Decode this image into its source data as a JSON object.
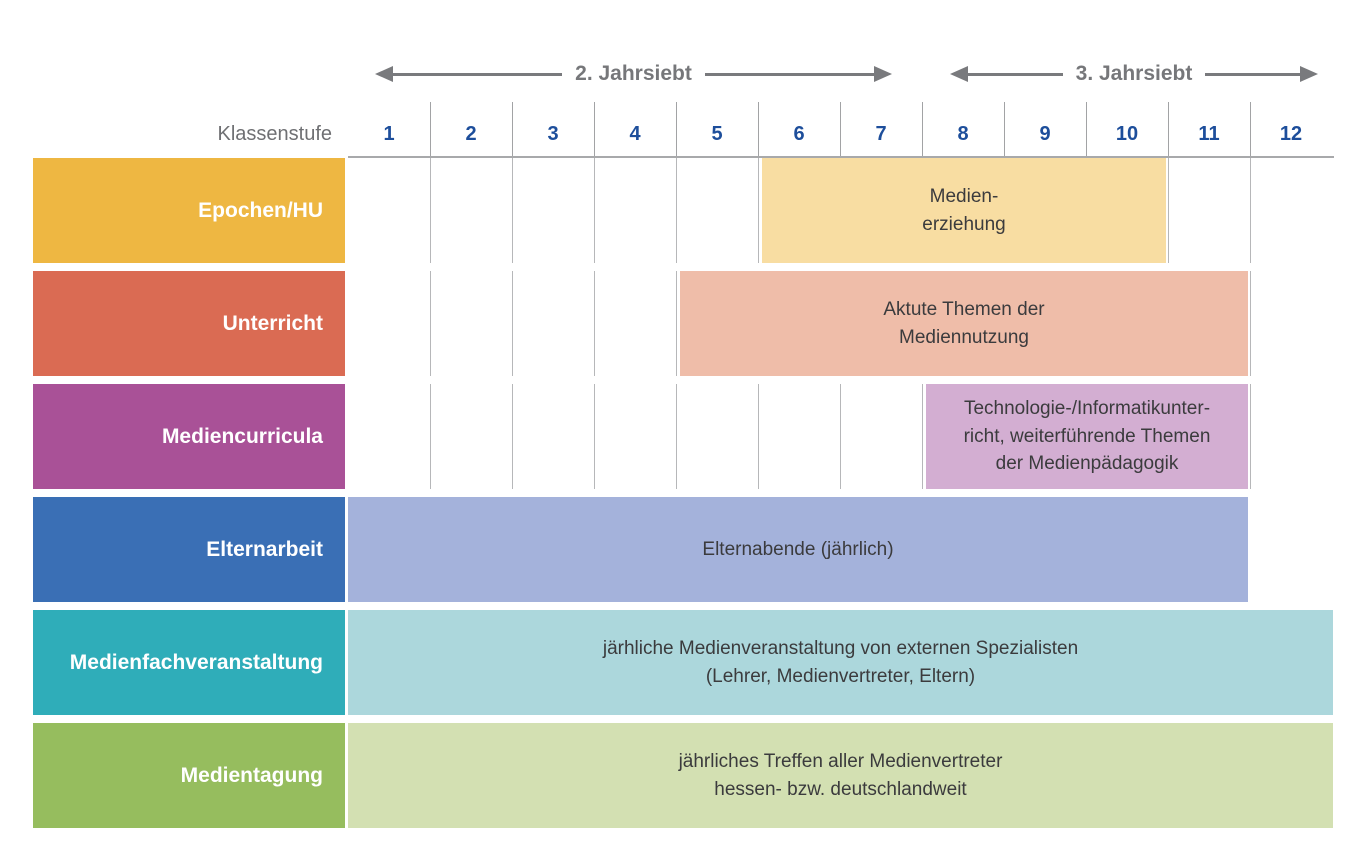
{
  "header": {
    "klassenstufe_label": "Klassenstufe"
  },
  "colors": {
    "grade_number": "#1d4e9b",
    "header_arrow": "#797a7d",
    "klassenstufe_text": "#6f7073",
    "bar_text": "#3b3b3d",
    "row_label_text": "#ffffff",
    "gridline": "#b6b7b9",
    "background": "#ffffff"
  },
  "chart_data": {
    "type": "gantt",
    "x_axis_label": "Klassenstufe",
    "x_categories": [
      "1",
      "2",
      "3",
      "4",
      "5",
      "6",
      "7",
      "8",
      "9",
      "10",
      "11",
      "12"
    ],
    "x_range": [
      1,
      12
    ],
    "grid": "column separators visible in header row and upper three category rows",
    "period_brackets": [
      {
        "label": "2. Jahrsiebt",
        "start_col": 1,
        "end_col": 7
      },
      {
        "label": "3. Jahrsiebt",
        "start_col": 8,
        "end_col": 12
      }
    ],
    "rows": [
      {
        "category": "Epochen/HU",
        "category_color": "#eeb742",
        "bar": {
          "start_grade": 6,
          "end_grade": 10,
          "color": "#f8dda2",
          "label_lines": [
            "Medien-",
            "erziehung"
          ]
        }
      },
      {
        "category": "Unterricht",
        "category_color": "#da6b53",
        "bar": {
          "start_grade": 5,
          "end_grade": 11,
          "color": "#efbda9",
          "label_lines": [
            "Aktute Themen der",
            "Mediennutzung"
          ]
        }
      },
      {
        "category": "Mediencurricula",
        "category_color": "#a95197",
        "bar": {
          "start_grade": 8,
          "end_grade": 11,
          "color": "#d3aed2",
          "label_lines": [
            "Technologie-/Informatikunter-",
            "richt, weiterführende Themen",
            "der Medienpädagogik"
          ]
        }
      },
      {
        "category": "Elternarbeit",
        "category_color": "#3a6fb5",
        "bar": {
          "start_grade": 1,
          "end_grade": 11,
          "color": "#a4b2db",
          "label_lines": [
            "Elternabende (jährlich)"
          ]
        }
      },
      {
        "category": "Medienfachveranstaltung",
        "category_color": "#2fadb9",
        "bar": {
          "start_grade": 1,
          "end_grade": 12,
          "color": "#acd7dc",
          "label_lines": [
            "järhliche Medienveranstaltung von externen Spezialisten",
            "(Lehrer, Medienvertreter, Eltern)"
          ]
        }
      },
      {
        "category": "Medientagung",
        "category_color": "#96bd5e",
        "bar": {
          "start_grade": 1,
          "end_grade": 12,
          "color": "#d3e0b2",
          "label_lines": [
            "jährliches Treffen aller Medienvertreter",
            "hessen- bzw. deutschlandweit"
          ]
        }
      }
    ]
  }
}
